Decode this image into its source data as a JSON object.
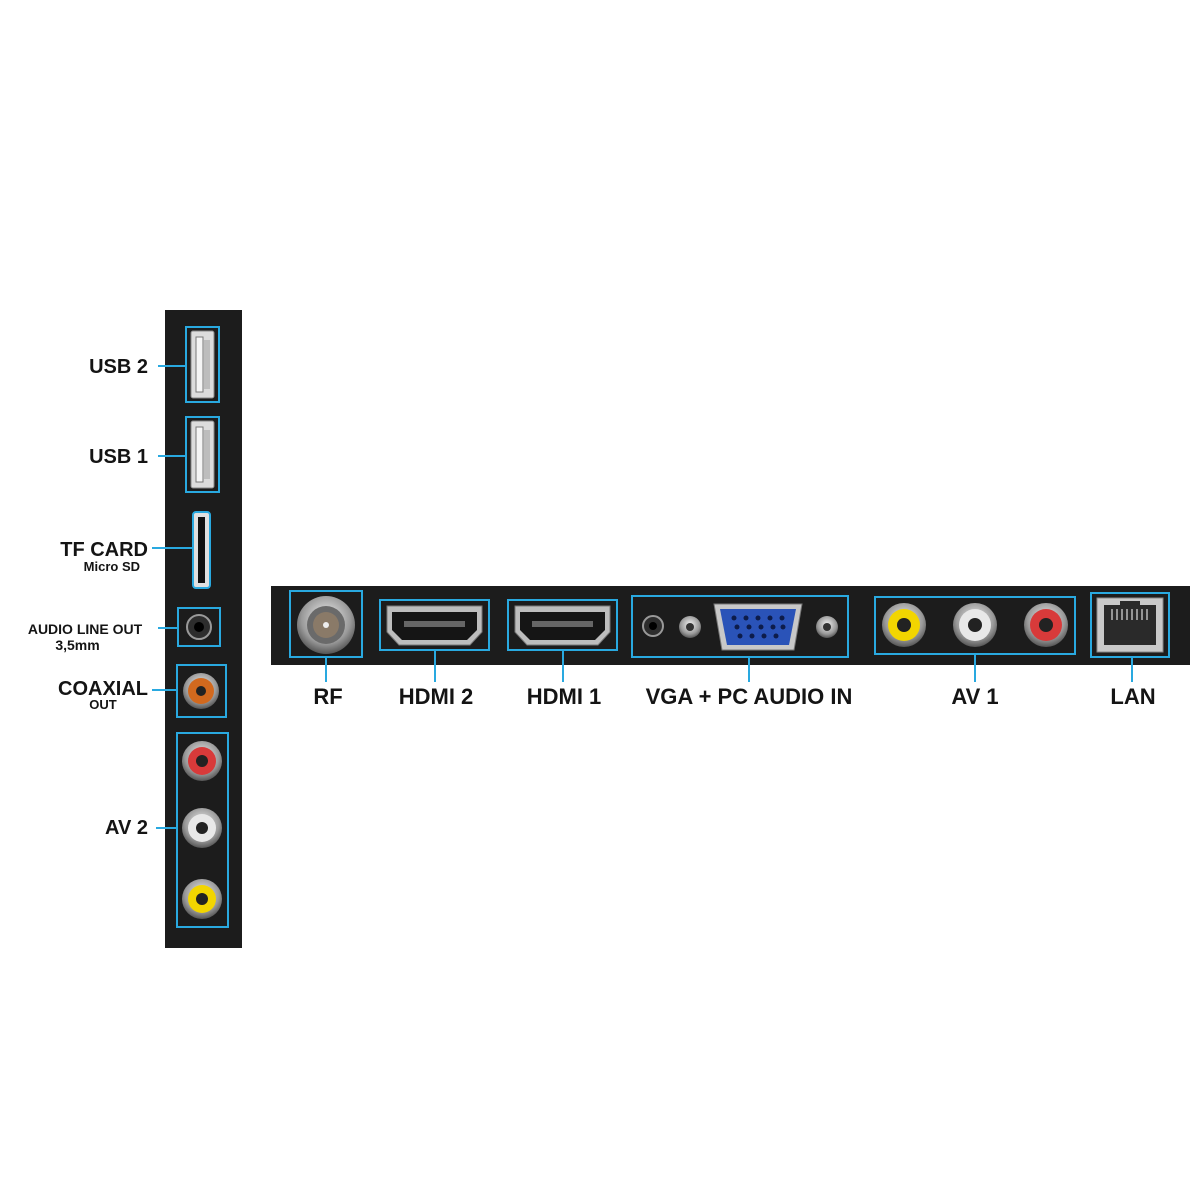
{
  "side_ports": {
    "usb2": {
      "label": "USB 2"
    },
    "usb1": {
      "label": "USB 1"
    },
    "tf_card": {
      "label": "TF CARD",
      "sublabel": "Micro SD"
    },
    "audio_line_out": {
      "label": "AUDIO LINE OUT",
      "sublabel": "3,5mm"
    },
    "coaxial": {
      "label": "COAXIAL",
      "sublabel": "OUT"
    },
    "av2": {
      "label": "AV 2"
    }
  },
  "rear_ports": {
    "rf": {
      "label": "RF"
    },
    "hdmi2": {
      "label": "HDMI 2"
    },
    "hdmi1": {
      "label": "HDMI 1"
    },
    "vga": {
      "label": "VGA + PC AUDIO IN"
    },
    "av1": {
      "label": "AV 1"
    },
    "lan": {
      "label": "LAN"
    }
  },
  "colors": {
    "panel": "#1c1c1c",
    "highlight": "#29a9e0",
    "rca_yellow": "#f2d500",
    "rca_white": "#e8e8e8",
    "rca_red": "#d83a3a",
    "coaxial_orange": "#d2691e",
    "vga_blue": "#2a53b8"
  }
}
